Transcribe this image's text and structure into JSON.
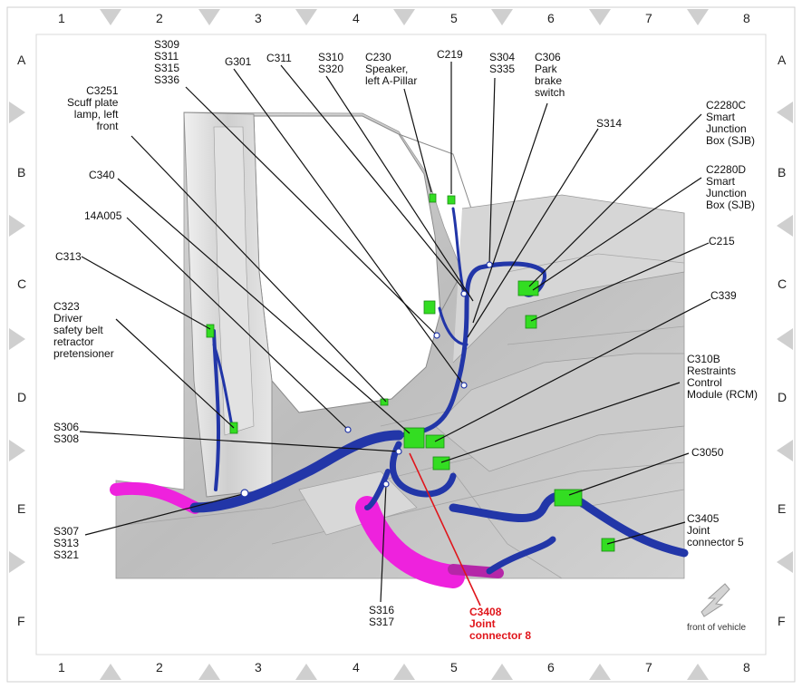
{
  "grid": {
    "columns": [
      "1",
      "2",
      "3",
      "4",
      "5",
      "6",
      "7",
      "8"
    ],
    "rows": [
      "A",
      "B",
      "C",
      "D",
      "E",
      "F"
    ]
  },
  "callouts": {
    "s309": "S309\nS311\nS315\nS336",
    "g301": "G301",
    "c311": "C311",
    "s310": "S310\nS320",
    "c230": "C230\nSpeaker,\nleft A-Pillar",
    "c219": "C219",
    "s304": "S304\nS335",
    "c306": "C306\nPark\nbrake\nswitch",
    "c3251": "C3251\nScuff plate\nlamp, left\nfront",
    "s314": "S314",
    "c2280c": "C2280C\nSmart\nJunction\nBox (SJB)",
    "c340": "C340",
    "c2280d": "C2280D\nSmart\nJunction\nBox (SJB)",
    "a14a005": "14A005",
    "c215": "C215",
    "c313": "C313",
    "c323": "C323\nDriver\nsafety belt\nretractor\npretensioner",
    "c339": "C339",
    "c310b": "C310B\nRestraints\nControl\nModule (RCM)",
    "s306": "S306\nS308",
    "c3050": "C3050",
    "s307": "S307\nS313\nS321",
    "c3405": "C3405\nJoint\nconnector 5",
    "s316": "S316\nS317",
    "c3408": "C3408\nJoint\nconnector 8"
  },
  "front_of_vehicle": "front of vehicle",
  "colors": {
    "harness": "#2236a8",
    "connector": "#33dd22",
    "pink_harness": "#ee22dd",
    "highlight": "#e0151b",
    "floor": "#c8c8c8"
  },
  "icons": [
    "front-of-vehicle-arrow-icon"
  ]
}
